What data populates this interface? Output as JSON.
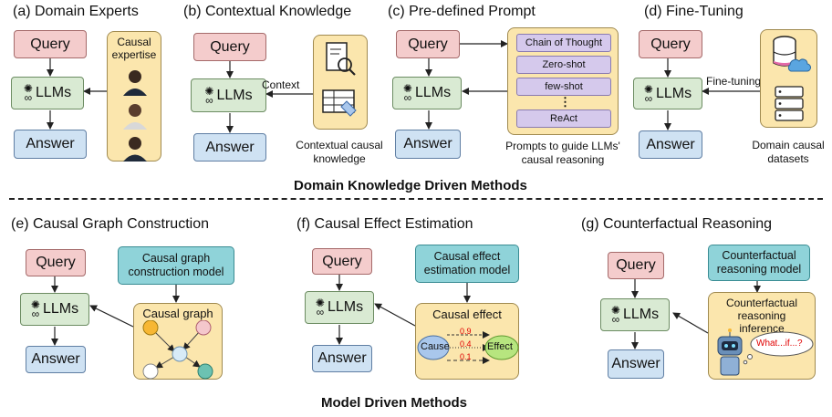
{
  "panels": {
    "a": {
      "title": "(a) Domain Experts",
      "query": "Query",
      "llms": "LLMs",
      "answer": "Answer",
      "expertise_label": "Causal expertise"
    },
    "b": {
      "title": "(b) Contextual Knowledge",
      "query": "Query",
      "llms": "LLMs",
      "answer": "Answer",
      "edge_label": "Context",
      "caption": "Contextual causal knowledge"
    },
    "c": {
      "title": "(c) Pre-defined Prompt",
      "query": "Query",
      "llms": "LLMs",
      "answer": "Answer",
      "prompts": [
        "Chain of Thought",
        "Zero-shot",
        "few-shot",
        "ReAct"
      ],
      "ellipsis": "⋮",
      "caption": "Prompts to guide LLMs' causal reasoning"
    },
    "d": {
      "title": "(d) Fine-Tuning",
      "query": "Query",
      "llms": "LLMs",
      "answer": "Answer",
      "edge_label": "Fine-tuning",
      "caption": "Domain causal datasets"
    },
    "e": {
      "title": "(e) Causal Graph Construction",
      "query": "Query",
      "llms": "LLMs",
      "answer": "Answer",
      "model": "Causal graph construction model",
      "box_title": "Causal graph"
    },
    "f": {
      "title": "(f) Causal Effect Estimation",
      "query": "Query",
      "llms": "LLMs",
      "answer": "Answer",
      "model": "Causal effect estimation model",
      "box_title": "Causal effect",
      "cause": "Cause",
      "effect": "Effect",
      "weights": [
        "0.9",
        "0.4",
        "0.1"
      ]
    },
    "g": {
      "title": "(g) Counterfactual Reasoning",
      "query": "Query",
      "llms": "LLMs",
      "answer": "Answer",
      "model": "Counterfactual reasoning model",
      "box_title": "Counterfactual reasoning inference",
      "bubble": "What...if...?"
    }
  },
  "section_titles": {
    "top": "Domain Knowledge Driven Methods",
    "bottom": "Model Driven Methods"
  },
  "colors": {
    "query": "#f4cccc",
    "llms": "#d9ead3",
    "answer": "#cfe2f3",
    "model": "#8fd3d9",
    "knowledge": "#fbe6ad",
    "prompt": "#d5c9ec",
    "weight_text": "#e00000"
  },
  "icons": [
    "openai-icon",
    "meta-icon",
    "person-icon",
    "document-search-icon",
    "table-icon",
    "database-icon",
    "cloud-icon",
    "robot-icon",
    "thought-bubble-icon"
  ]
}
